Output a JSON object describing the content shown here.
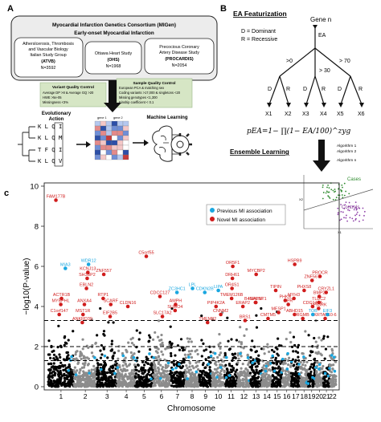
{
  "panel_a": {
    "letter": "A",
    "consortium": {
      "line1": "Myocardial Infarction Genetics Consortium (MIGen)",
      "line2": "Early-onset Myocardial Infarction"
    },
    "studies": [
      {
        "lines": [
          "Atherslcerosis, Thrombosis",
          "and Vascular Biology",
          "Italian Study Group"
        ],
        "abbr": "(ATVB)",
        "n": "N=3592"
      },
      {
        "lines": [
          "Ottawa Heart Study"
        ],
        "abbr": "(OHS)",
        "n": "N=1968"
      },
      {
        "lines": [
          "Precocious Coronary",
          "Artery Disease Study"
        ],
        "abbr": "(PROCARDIS)",
        "n": "N=2054"
      }
    ],
    "variant_qc": {
      "title": "Variant Quality Control",
      "items": [
        "Average DP >8 & Average GQ >20",
        "HWE >5e-05",
        "Missingness <3%"
      ]
    },
    "sample_qc": {
      "title": "Sample Quality Control",
      "items": [
        "European PCA & matching sex",
        "Coding variants >17,000 & singletons <20",
        "Missing genotypes <1,300",
        "Kinship coefficient < 0.1"
      ]
    },
    "evolutionary_action_label": "Evolutionary\nAction",
    "sequences": [
      "K L Q I",
      "K L Q M",
      "T F Q I",
      "K L Q V"
    ],
    "heatmap_labels": {
      "gene1": "gene 1",
      "gene2": "gene 2"
    },
    "machine_learning_label": "Machine Learning"
  },
  "panel_b": {
    "letter": "B",
    "title": "EA Featurization",
    "gene_label": "Gene n",
    "legend_d": "D = Dominant",
    "legend_r": "R = Recessive",
    "ea_label": "EA",
    "thresholds": [
      ">0",
      "> 30",
      "> 70"
    ],
    "dr_labels": [
      "D",
      "R",
      "D",
      "R",
      "D",
      "R"
    ],
    "x_labels": [
      "X1",
      "X2",
      "X3",
      "X4",
      "X5",
      "X6"
    ],
    "formula": "pEA=1− ∏(1− EA/100)^zyg",
    "ensemble_title": "Ensemble Learning",
    "algorithms": [
      "Algorithm 1",
      "Algorithm 2",
      "Algorithm n"
    ],
    "scatter_labels": {
      "cases": "Cases",
      "controls": "Controls",
      "x_axis": "X1",
      "y_axis": "X2"
    }
  },
  "panel_c": {
    "letter": "c",
    "chart_data": {
      "type": "scatter",
      "subtype": "manhattan",
      "xlabel": "Chromosome",
      "ylabel": "−log10(P-value)",
      "ylim": [
        0,
        10
      ],
      "yticks": [
        0,
        2,
        4,
        6,
        8,
        10
      ],
      "xticks": [
        "1",
        "2",
        "3",
        "4",
        "5",
        "6",
        "7",
        "8",
        "9",
        "10",
        "11",
        "12",
        "13",
        "14",
        "15",
        "16",
        "17",
        "18",
        "19",
        "20",
        "21",
        "22"
      ],
      "threshold_lines": [
        1.3,
        2.0,
        3.3
      ],
      "legend": [
        {
          "label": "Previous MI association",
          "color": "#1aa7e0"
        },
        {
          "label": "Novel MI association",
          "color": "#d01c1c"
        }
      ],
      "colors": {
        "odd": "#000000",
        "even": "#8c8c8c",
        "previous": "#1aa7e0",
        "novel": "#d01c1c"
      },
      "genes": [
        {
          "name": "FAM177B",
          "chr": 1,
          "y": 9.3,
          "type": "novel"
        },
        {
          "name": "MIA3",
          "chr": 1,
          "y": 5.9,
          "type": "previous"
        },
        {
          "name": "WDR12",
          "chr": 2,
          "y": 6.1,
          "type": "previous"
        },
        {
          "name": "KCNJ13",
          "chr": 2,
          "y": 5.7,
          "type": "novel"
        },
        {
          "name": "SH3BP2",
          "chr": 2,
          "y": 5.4,
          "type": "novel"
        },
        {
          "name": "EBLN2",
          "chr": 2,
          "y": 4.9,
          "type": "novel"
        },
        {
          "name": "ACTR1B",
          "chr": 1,
          "y": 4.4,
          "type": "novel"
        },
        {
          "name": "MYBPHL",
          "chr": 1,
          "y": 4.1,
          "type": "novel"
        },
        {
          "name": "ANXA4",
          "chr": 2,
          "y": 4.1,
          "type": "novel"
        },
        {
          "name": "C1orf147",
          "chr": 1,
          "y": 3.6,
          "type": "novel"
        },
        {
          "name": "MST1R",
          "chr": 2,
          "y": 3.6,
          "type": "novel"
        },
        {
          "name": "ANKRD39",
          "chr": 2,
          "y": 3.2,
          "type": "novel"
        },
        {
          "name": "ZNF557",
          "chr": 3,
          "y": 5.6,
          "type": "novel"
        },
        {
          "name": "RTP1",
          "chr": 3,
          "y": 4.4,
          "type": "novel"
        },
        {
          "name": "SCARF",
          "chr": 3,
          "y": 4.1,
          "type": "novel"
        },
        {
          "name": "EIF2B5",
          "chr": 3,
          "y": 3.5,
          "type": "novel"
        },
        {
          "name": "C5orf55",
          "chr": 5,
          "y": 6.5,
          "type": "novel"
        },
        {
          "name": "CLDN16",
          "chr": 4,
          "y": 4.0,
          "type": "novel"
        },
        {
          "name": "SLC17A2",
          "chr": 6,
          "y": 3.5,
          "type": "novel"
        },
        {
          "name": "LPL",
          "chr": 8,
          "y": 4.9,
          "type": "previous"
        },
        {
          "name": "LIPA",
          "chr": 10,
          "y": 4.8,
          "type": "previous"
        },
        {
          "name": "ZC3HC1",
          "chr": 7,
          "y": 4.7,
          "type": "previous"
        },
        {
          "name": "CDKN2B",
          "chr": 9,
          "y": 4.7,
          "type": "previous"
        },
        {
          "name": "CDCC127",
          "chr": 6,
          "y": 4.5,
          "type": "novel"
        },
        {
          "name": "AMPH",
          "chr": 7,
          "y": 4.1,
          "type": "novel"
        },
        {
          "name": "SUMO4",
          "chr": 7,
          "y": 3.8,
          "type": "novel"
        },
        {
          "name": "PIP4K2A",
          "chr": 10,
          "y": 4.0,
          "type": "novel"
        },
        {
          "name": "CNNM2",
          "chr": 10,
          "y": 3.6,
          "type": "novel"
        },
        {
          "name": "TMEM82",
          "chr": 9,
          "y": 3.2,
          "type": "novel"
        },
        {
          "name": "OR5F1",
          "chr": 11,
          "y": 6.0,
          "type": "novel"
        },
        {
          "name": "DRH61",
          "chr": 11,
          "y": 5.4,
          "type": "novel"
        },
        {
          "name": "OR4S1",
          "chr": 11,
          "y": 4.9,
          "type": "novel"
        },
        {
          "name": "TMEM126B",
          "chr": 11,
          "y": 4.4,
          "type": "novel"
        },
        {
          "name": "MYCBP2",
          "chr": 13,
          "y": 5.6,
          "type": "novel"
        },
        {
          "name": "INPP5F",
          "chr": 13,
          "y": 4.2,
          "type": "novel"
        },
        {
          "name": "B4GALNT1",
          "chr": 13,
          "y": 4.2,
          "type": "novel"
        },
        {
          "name": "ERAP2",
          "chr": 12,
          "y": 4.0,
          "type": "novel"
        },
        {
          "name": "HSPB9",
          "chr": 17,
          "y": 6.1,
          "type": "novel"
        },
        {
          "name": "TIPIN",
          "chr": 15,
          "y": 4.8,
          "type": "novel"
        },
        {
          "name": "PHKB",
          "chr": 16,
          "y": 4.3,
          "type": "novel"
        },
        {
          "name": "MYH3",
          "chr": 17,
          "y": 4.4,
          "type": "novel"
        },
        {
          "name": "HPR",
          "chr": 16,
          "y": 4.1,
          "type": "novel"
        },
        {
          "name": "MESP1",
          "chr": 15,
          "y": 3.7,
          "type": "novel"
        },
        {
          "name": "CMTM5",
          "chr": 14,
          "y": 3.4,
          "type": "novel"
        },
        {
          "name": "PROCR",
          "chr": 20,
          "y": 5.5,
          "type": "novel"
        },
        {
          "name": "ZNF567",
          "chr": 19,
          "y": 5.3,
          "type": "novel"
        },
        {
          "name": "PHXS8",
          "chr": 18,
          "y": 4.8,
          "type": "novel"
        },
        {
          "name": "BMP2",
          "chr": 20,
          "y": 4.5,
          "type": "novel"
        },
        {
          "name": "CRYZL1",
          "chr": 21,
          "y": 4.7,
          "type": "novel"
        },
        {
          "name": "TLDC2",
          "chr": 20,
          "y": 4.2,
          "type": "novel"
        },
        {
          "name": "TP53RK",
          "chr": 20,
          "y": 3.9,
          "type": "novel"
        },
        {
          "name": "ABHD15",
          "chr": 17,
          "y": 3.6,
          "type": "novel"
        },
        {
          "name": "RGMB",
          "chr": 18,
          "y": 3.4,
          "type": "novel"
        },
        {
          "name": "KRTAP10-6",
          "chr": 21,
          "y": 3.4,
          "type": "novel"
        },
        {
          "name": "EIF3",
          "chr": 21,
          "y": 3.6,
          "type": "previous"
        },
        {
          "name": "TOB",
          "chr": 19,
          "y": 3.6,
          "type": "previous"
        },
        {
          "name": "CDC144A",
          "chr": 19,
          "y": 4.0,
          "type": "novel"
        },
        {
          "name": "BRS1",
          "chr": 12,
          "y": 3.3,
          "type": "novel"
        }
      ]
    }
  }
}
